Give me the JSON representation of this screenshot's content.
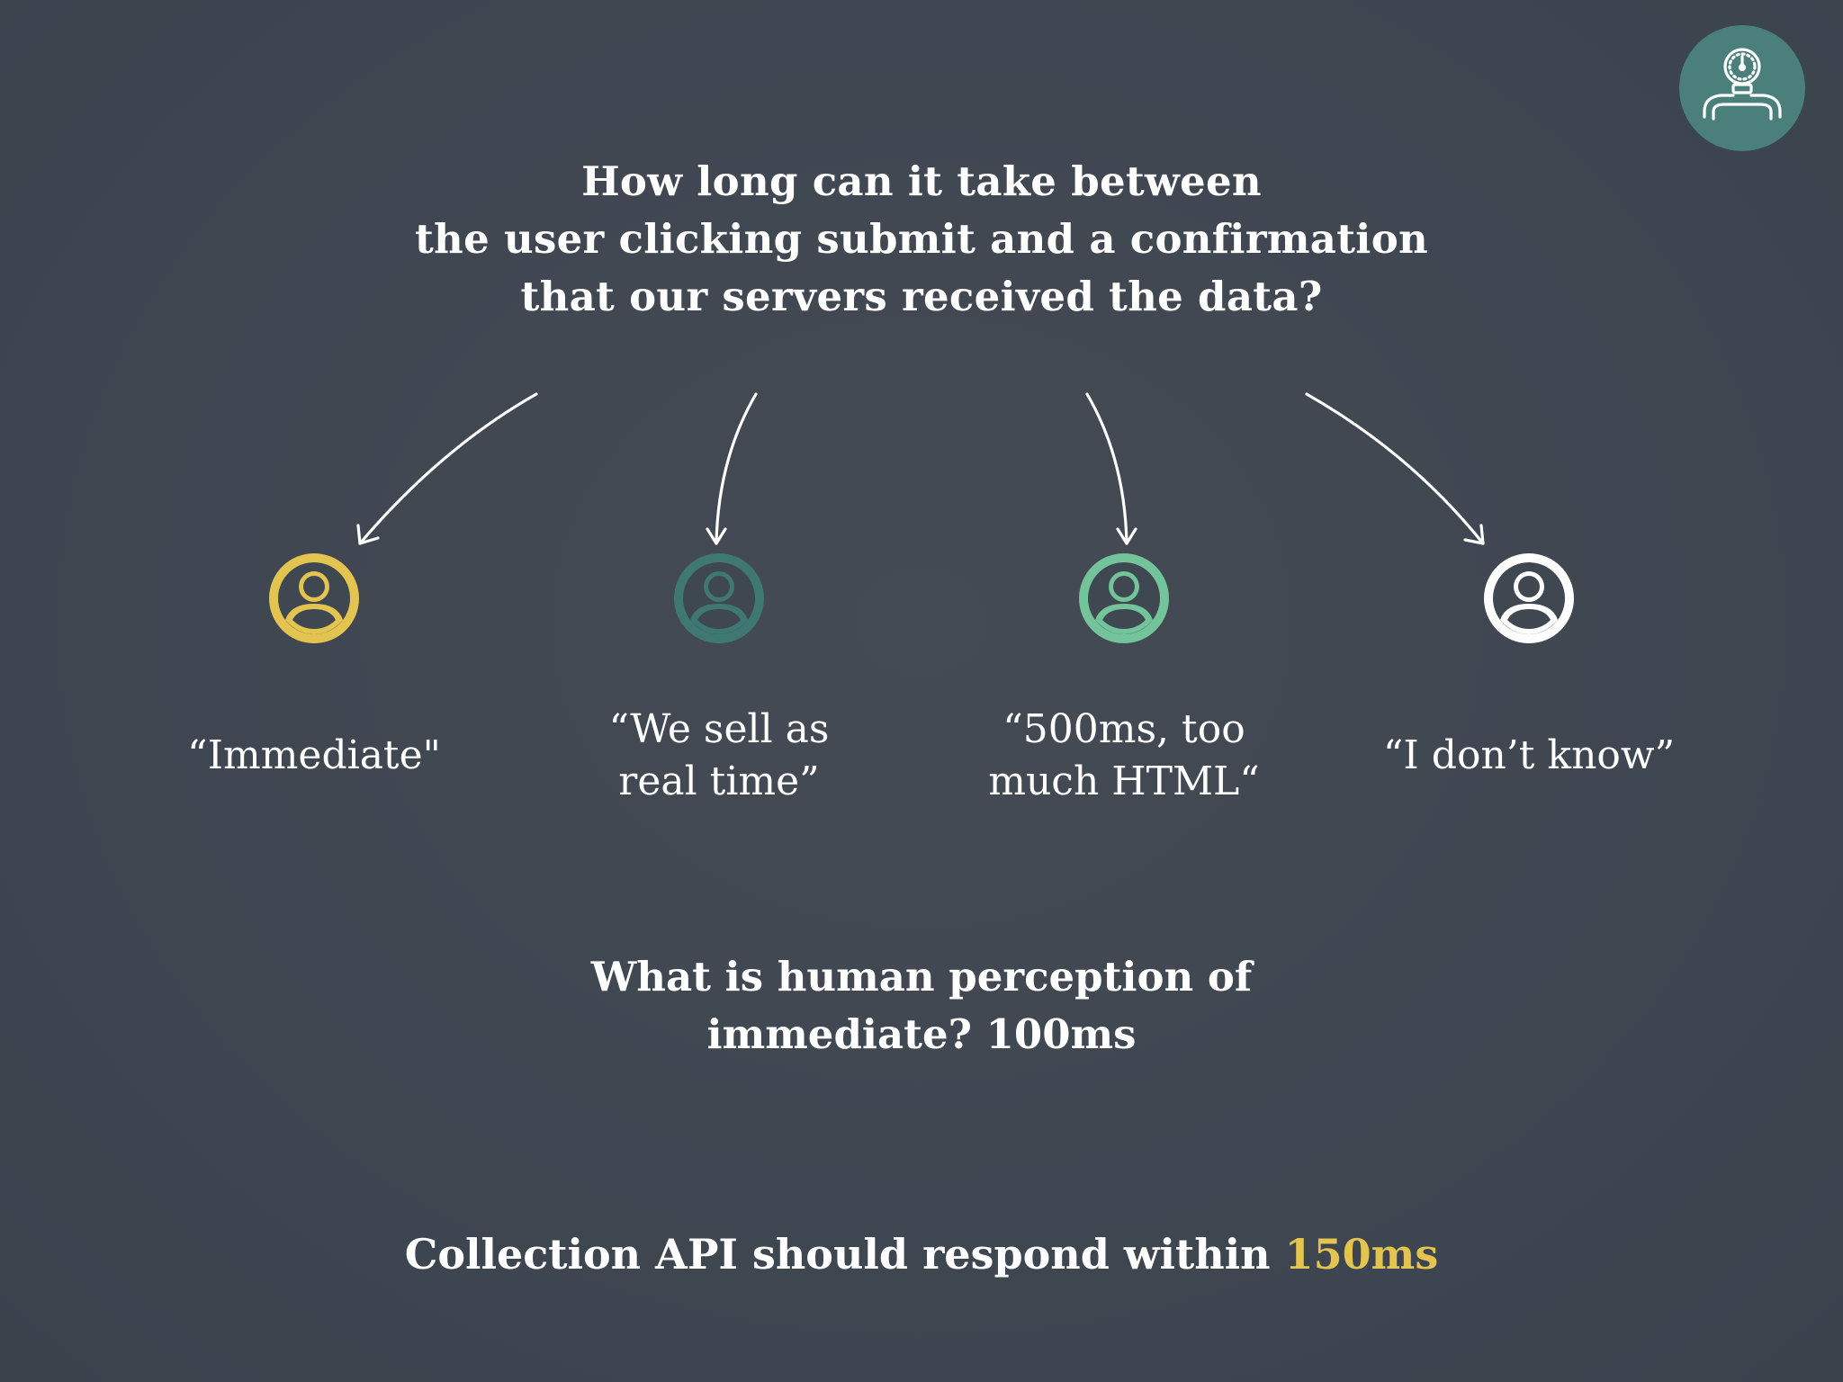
{
  "question": {
    "lines": [
      "How long can it take between",
      "the user clicking submit and a confirmation",
      "that our servers received the data?"
    ]
  },
  "personas": [
    {
      "quote": "“Immediate\"",
      "color": "#e3c451",
      "icon": "user-icon"
    },
    {
      "quote": "“We sell as\nreal time”",
      "color": "#3f7773",
      "icon": "user-icon"
    },
    {
      "quote": "“500ms, too\nmuch HTML“",
      "color": "#73c39b",
      "icon": "user-icon"
    },
    {
      "quote": "“I don’t know”",
      "color": "#ffffff",
      "icon": "user-icon"
    }
  ],
  "perception": {
    "lines": [
      "What is human perception of",
      "immediate? 100ms"
    ]
  },
  "conclusion": {
    "text": "Collection API should respond within ",
    "highlight": "150ms",
    "highlight_color": "#e3c451"
  },
  "logo": {
    "icon": "speed-tester-icon",
    "background": "#4a7f7b"
  },
  "arrow_color": "#ffffff"
}
